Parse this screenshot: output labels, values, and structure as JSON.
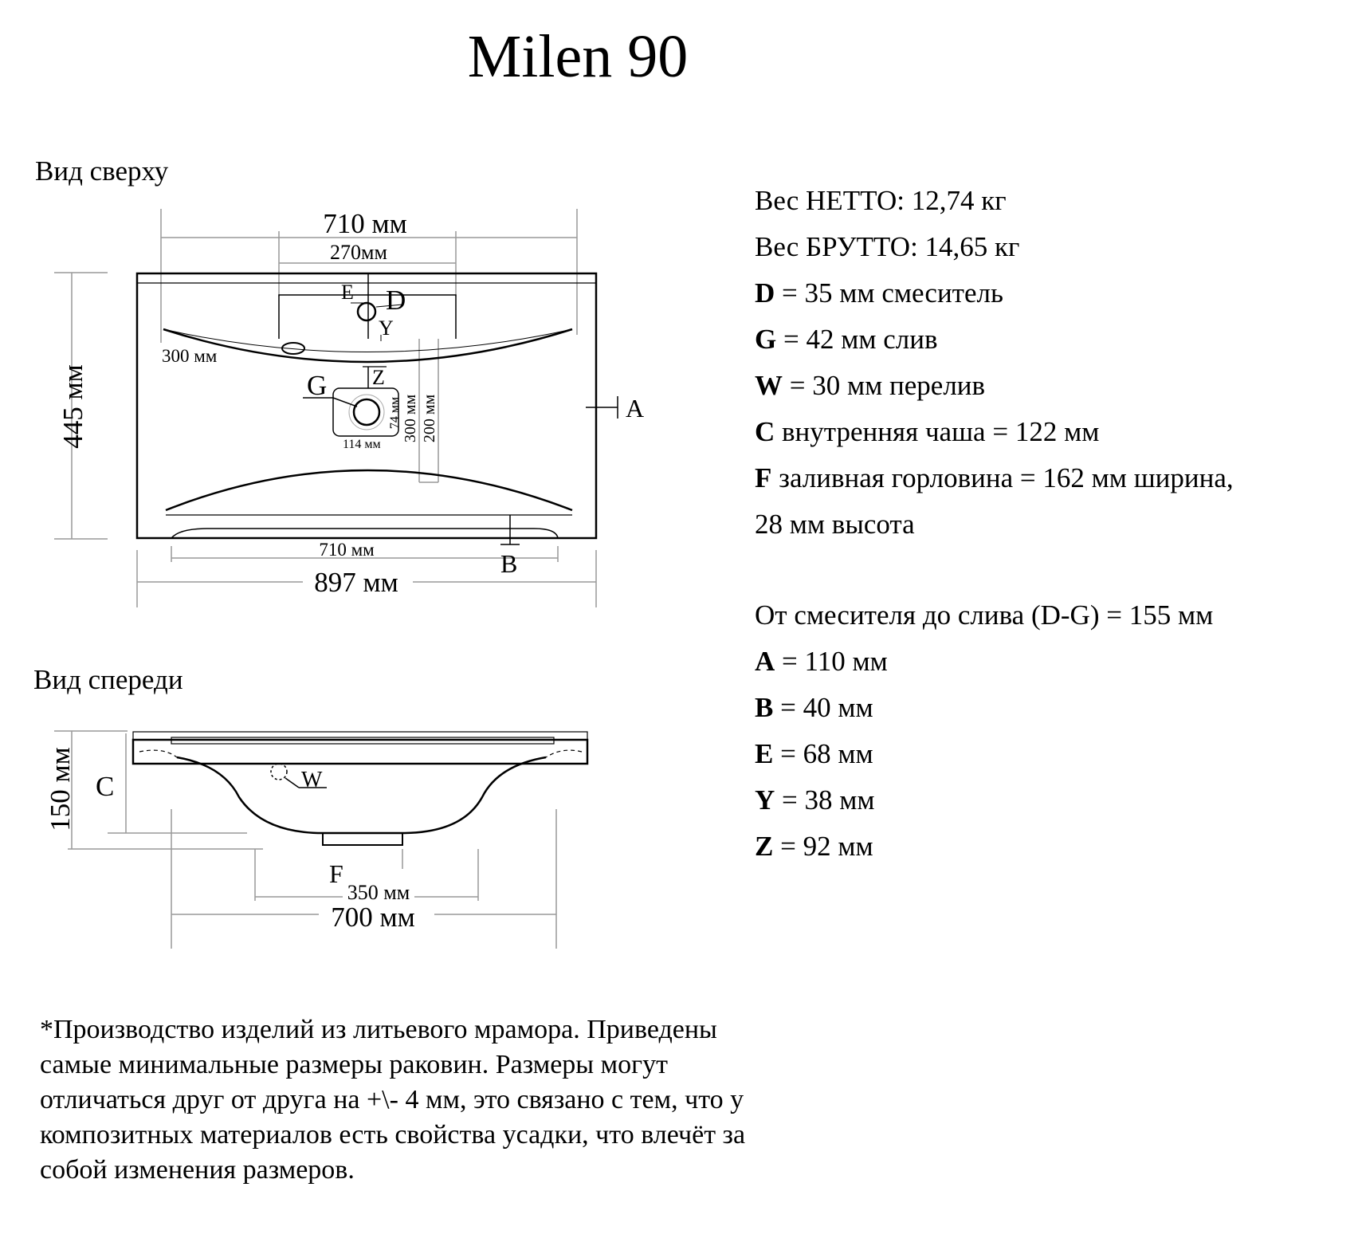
{
  "title": "Milen 90",
  "top_view": {
    "label": "Вид сверху",
    "dims": {
      "top_width": "710 мм",
      "faucet_zone": "270мм",
      "depth": "445 мм",
      "left_offset": "300 мм",
      "drain_w": "114 мм",
      "drain_h": "74 мм",
      "d300": "300 мм",
      "d200": "200 мм",
      "bottom_inner": "710 мм",
      "overall": "897 мм"
    },
    "markers": {
      "E": "E",
      "D": "D",
      "Y": "Y",
      "G": "G",
      "Z": "Z",
      "A": "A",
      "B": "B"
    }
  },
  "front_view": {
    "label": "Вид спереди",
    "dims": {
      "height": "150 мм",
      "neck": "350 мм",
      "width": "700 мм"
    },
    "markers": {
      "C": "C",
      "W": "W",
      "F": "F"
    }
  },
  "specs": {
    "netto": "Вес НЕТТО: 12,74 кг",
    "brutto": "Вес БРУТТО: 14,65 кг",
    "D": {
      "key": "D",
      "text": " = 35 мм смеситель"
    },
    "G": {
      "key": "G",
      "text": " = 42 мм слив"
    },
    "W": {
      "key": "W",
      "text": " = 30 мм перелив"
    },
    "C": {
      "key": "C",
      "text": " внутренняя чаша = 122 мм"
    },
    "F": {
      "key": "F",
      "text": " заливная горловина = 162 мм ширина,"
    },
    "F2": "28 мм высота",
    "dg": "От смесителя до слива (D-G) = 155 мм",
    "A": {
      "key": "A",
      "text": " = 110 мм"
    },
    "B": {
      "key": "B",
      "text": " = 40 мм"
    },
    "E": {
      "key": "E",
      "text": " = 68 мм"
    },
    "Y": {
      "key": "Y",
      "text": " = 38 мм"
    },
    "Z": {
      "key": "Z",
      "text": " = 92 мм"
    }
  },
  "disclaimer": [
    "*Производство изделий из литьевого мрамора. Приведены",
    "самые минимальные размеры раковин. Размеры могут",
    "отличаться друг от друга на +\\- 4 мм, это связано с тем, что у",
    "композитных материалов есть свойства усадки, что влечёт за",
    "собой изменения размеров."
  ]
}
